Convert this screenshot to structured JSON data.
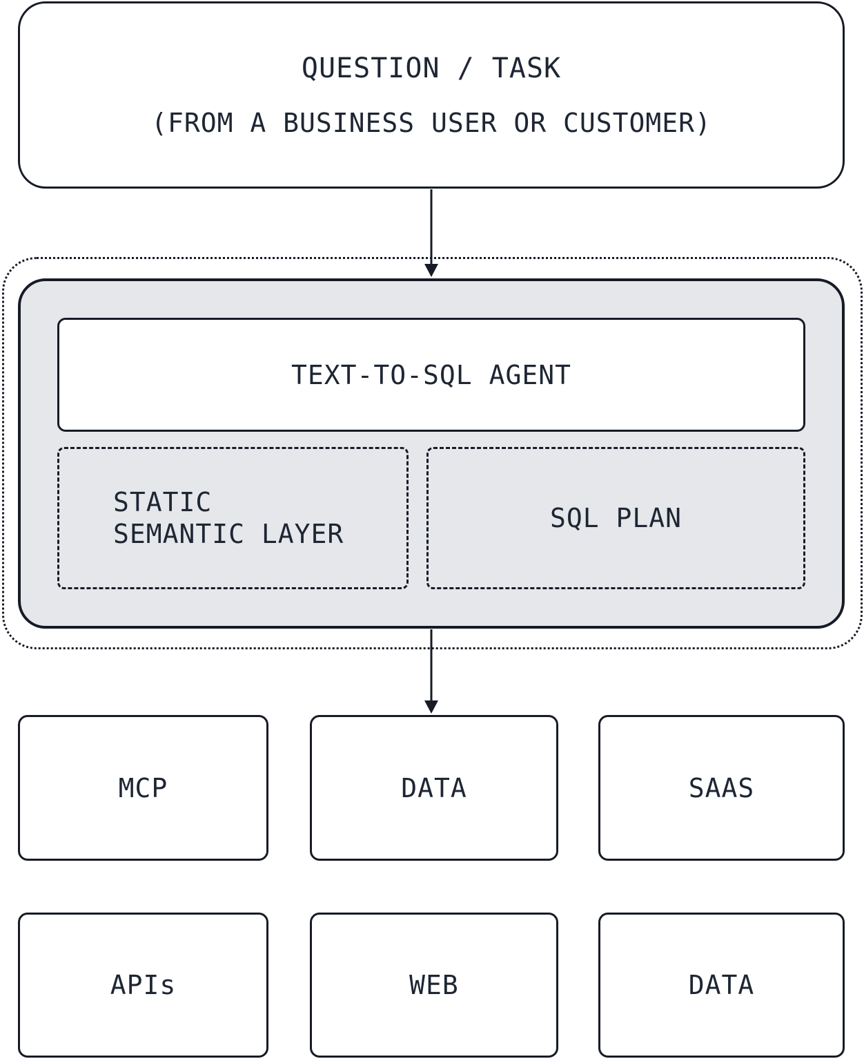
{
  "question": {
    "title": "QUESTION / TASK",
    "subtitle": "(FROM A BUSINESS USER OR CUSTOMER)"
  },
  "agent": {
    "label": "TEXT-TO-SQL AGENT",
    "semantic_layer_line1": "STATIC",
    "semantic_layer_line2": "SEMANTIC LAYER",
    "sql_plan": "SQL PLAN"
  },
  "sources": {
    "mcp": "MCP",
    "data_1": "DATA",
    "saas": "SAAS",
    "apis": "APIs",
    "web": "WEB",
    "data_2": "DATA"
  },
  "colors": {
    "stroke": "#161b26",
    "text": "#1e2633",
    "panel_fill": "#e5e7eb",
    "background": "#ffffff"
  }
}
